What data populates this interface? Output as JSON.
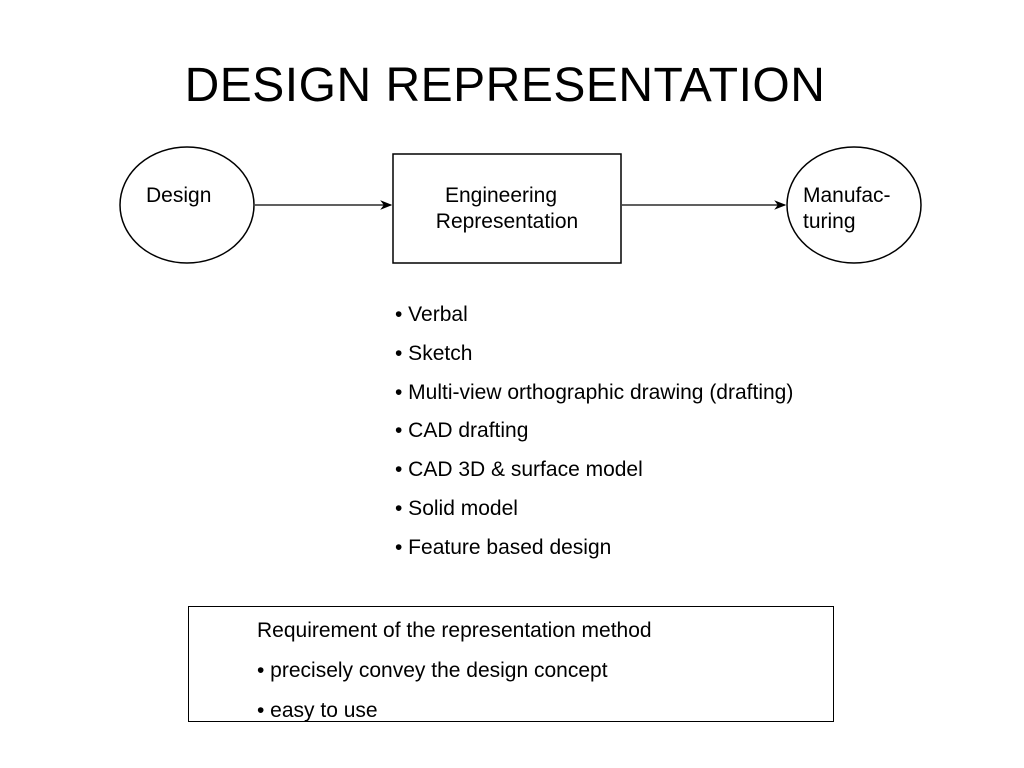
{
  "slide": {
    "title": "DESIGN REPRESENTATION"
  },
  "flow": {
    "design_label": "Design",
    "engineering_line1": "Engineering",
    "engineering_line2": "Representation",
    "manufacturing_line1": "Manufac-",
    "manufacturing_line2": "turing"
  },
  "representation_list": [
    "• Verbal",
    "• Sketch",
    "• Multi-view orthographic drawing (drafting)",
    "• CAD drafting",
    "• CAD 3D & surface model",
    "• Solid model",
    "• Feature based design"
  ],
  "requirements": {
    "heading": "Requirement of the representation method",
    "items": [
      "• precisely convey the design concept",
      "• easy to use"
    ]
  },
  "colors": {
    "stroke": "#000000",
    "background": "#ffffff"
  }
}
